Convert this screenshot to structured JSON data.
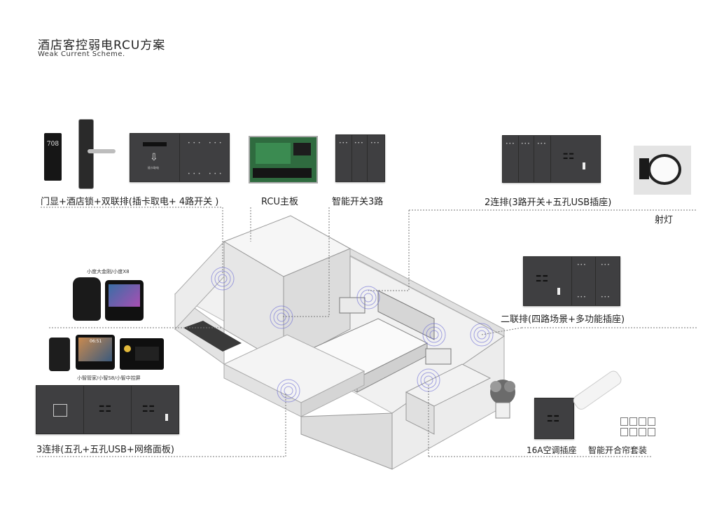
{
  "header": {
    "title": "酒店客控弱电RCU方案",
    "subtitle": "Weak Current Scheme."
  },
  "labels": {
    "door_group": "门显+酒店锁+双联排(插卡取电+ 4路开关 )",
    "rcu": "RCU主板",
    "switch3": "智能开关3路",
    "panel2": "2连排(3路开关+五孔USB插座)",
    "spotlight": "射灯",
    "scene2": "二联排(四路场景+多功能插座)",
    "speakers_top": "小度大金刚/小度X8",
    "speakers_bottom": "小智管家/小智S8/小智中控屏",
    "panel3": "3连排(五孔+五孔USB+网络面板)",
    "ac_socket": "16A空调插座",
    "curtain": "智能开合帘套装"
  },
  "devices": {
    "door_number": "708",
    "card_slot": "插卡取电",
    "screen_time": "06:51"
  },
  "colors": {
    "panel": "#3f3f41",
    "dashed": "#777777",
    "signal": "#6b6bd6"
  }
}
